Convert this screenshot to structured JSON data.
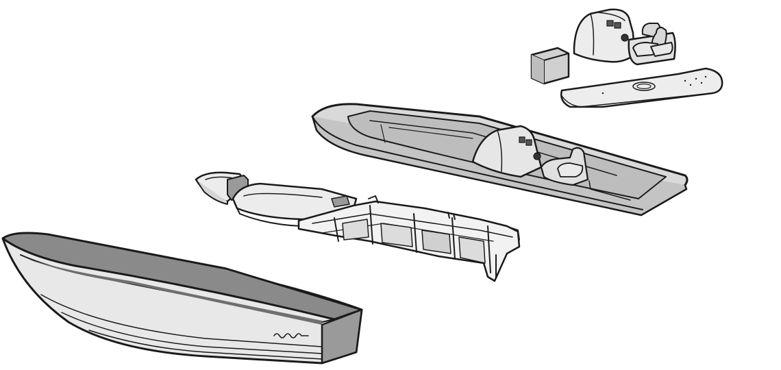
{
  "figure": {
    "kind": "exploded-view",
    "subject": "boat-assembly",
    "parts": [
      {
        "id": "console-and-seat",
        "icon": "console-seat-icon"
      },
      {
        "id": "deck-lid",
        "icon": "deck-lid-icon"
      },
      {
        "id": "storage-box",
        "icon": "box-icon"
      },
      {
        "id": "deck-with-console",
        "icon": "deck-icon"
      },
      {
        "id": "inner-liner-stringers",
        "icon": "liner-icon"
      },
      {
        "id": "bow-cap",
        "icon": "bow-cap-icon"
      },
      {
        "id": "hull",
        "icon": "hull-icon"
      }
    ],
    "colors": {
      "outline": "#1a1a1a",
      "hull_top": "#8a8a8a",
      "hull_side": "#e6e6e6",
      "deck_fill": "#d9d9d9",
      "deck_inner": "#bdbdbd",
      "parts_fill": "#ececec",
      "background": "#ffffff"
    }
  }
}
